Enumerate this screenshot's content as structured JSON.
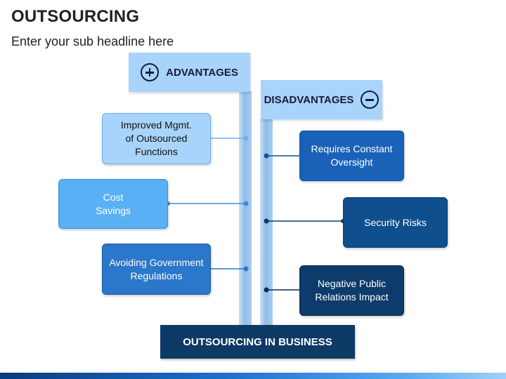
{
  "title": "OUTSOURCING",
  "subtitle": "Enter your sub headline here",
  "advantages": {
    "header": "ADVANTAGES",
    "icon": "plus-circle-icon",
    "items": [
      {
        "label": "Improved Mgmt.\nof Outsourced\nFunctions"
      },
      {
        "label": "Cost\nSavings"
      },
      {
        "label": "Avoiding Government\nRegulations"
      }
    ]
  },
  "disadvantages": {
    "header": "DISADVANTAGES",
    "icon": "minus-circle-icon",
    "items": [
      {
        "label": "Requires Constant\nOversight"
      },
      {
        "label": "Security Risks"
      },
      {
        "label": "Negative Public\nRelations Impact"
      }
    ]
  },
  "base_label": "OUTSOURCING IN BUSINESS",
  "colors": {
    "light_blue": "#a8d4fb",
    "mid_blue": "#5ab0f5",
    "blue": "#2b77c9",
    "dark_blue": "#1a62b8",
    "navy": "#0f4f8e",
    "deep_navy": "#0d3b6b"
  }
}
